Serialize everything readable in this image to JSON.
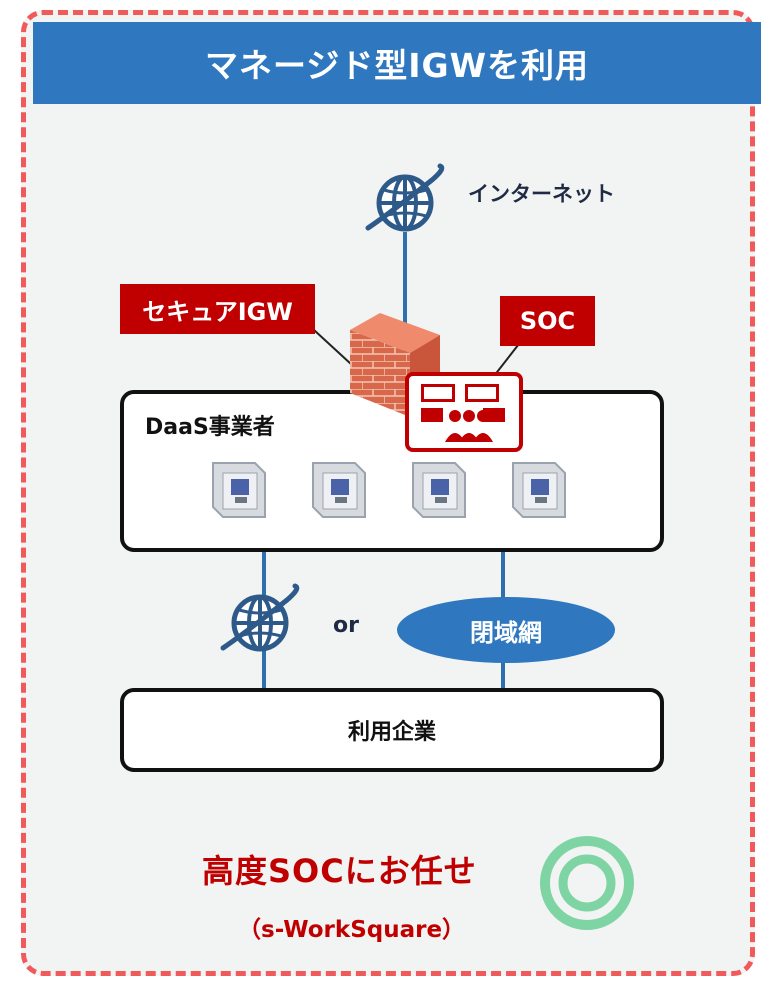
{
  "header": {
    "title": "マネージド型IGWを利用"
  },
  "internet": {
    "label": "インターネット"
  },
  "secure_igw": {
    "label": "セキュアIGW"
  },
  "soc": {
    "label": "SOC"
  },
  "daas": {
    "label": "DaaS事業者",
    "vm_count": 4
  },
  "access": {
    "or_label": "or",
    "closed_network_label": "閉域網"
  },
  "enterprise": {
    "label": "利用企業"
  },
  "summary": {
    "line1": "高度SOCにお任せ",
    "line2": "（s-WorkSquare）",
    "rating_icon": "double-circle-icon"
  },
  "colors": {
    "accent_blue": "#2f78c0",
    "alert_red": "#c00000",
    "frame_red": "#f05a5a",
    "rating_green": "#7fd4a4"
  }
}
